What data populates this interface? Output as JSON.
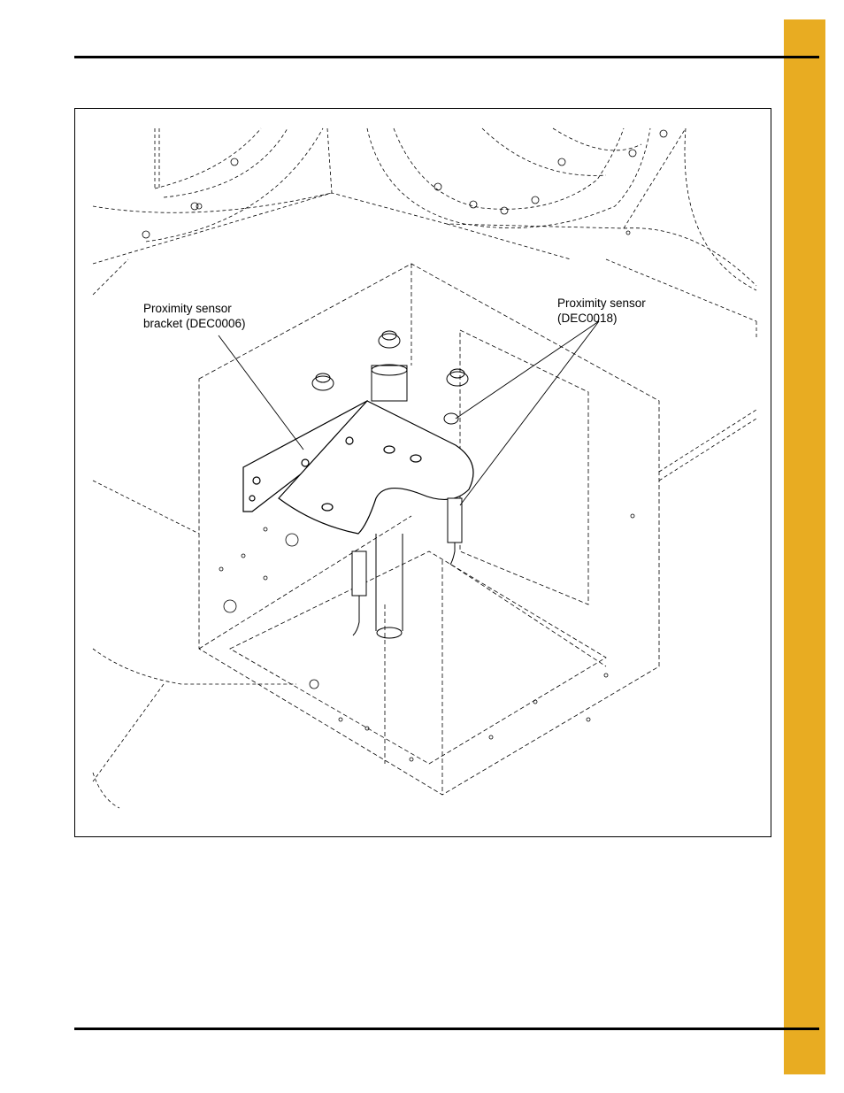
{
  "page": {
    "accent_color": "#e8ac22",
    "rule_color": "#000000"
  },
  "figure": {
    "callouts": {
      "bracket": {
        "line1": "Proximity sensor",
        "line2": "bracket (DEC0006)"
      },
      "sensor": {
        "line1": "Proximity sensor",
        "line2": "(DEC0018)"
      }
    }
  }
}
